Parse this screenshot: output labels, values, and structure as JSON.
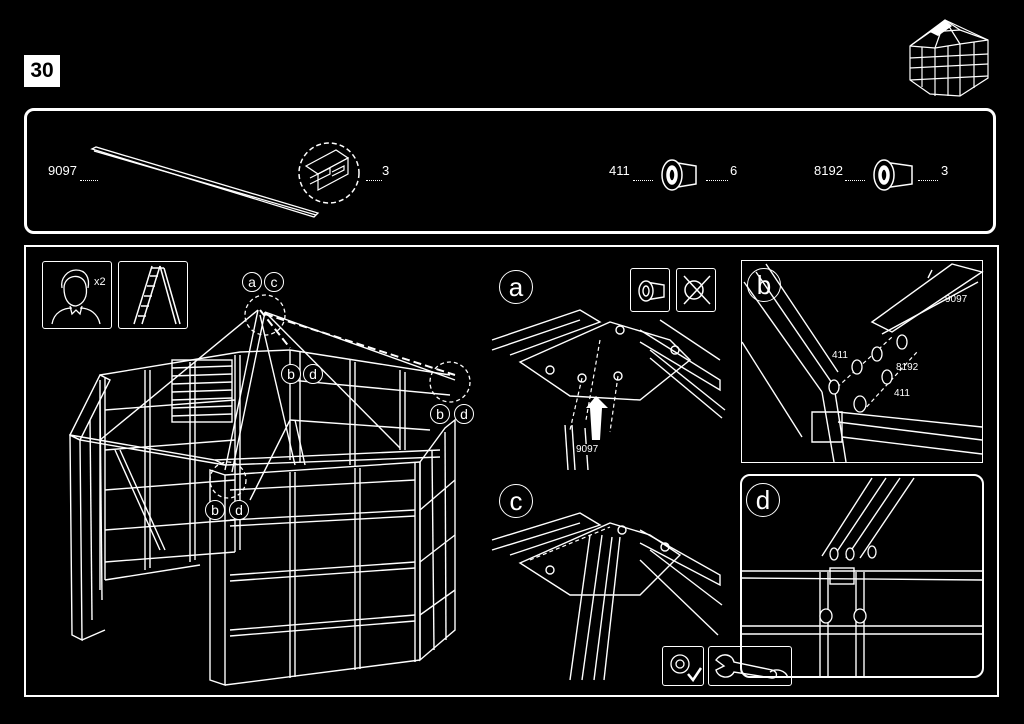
{
  "step": {
    "number": "30"
  },
  "parts": [
    {
      "code": "9097",
      "qty": "3"
    },
    {
      "code": "411",
      "qty": "6"
    },
    {
      "code": "8192",
      "qty": "3"
    }
  ],
  "tools": {
    "people_count": "x2"
  },
  "labels": {
    "a": "a",
    "b": "b",
    "c": "c",
    "d": "d"
  },
  "detail_b": {
    "part_9097": "9097",
    "part_411_top": "411",
    "part_8192": "8192",
    "part_411_bottom": "411"
  },
  "detail_a": {
    "part_9097": "9097"
  }
}
